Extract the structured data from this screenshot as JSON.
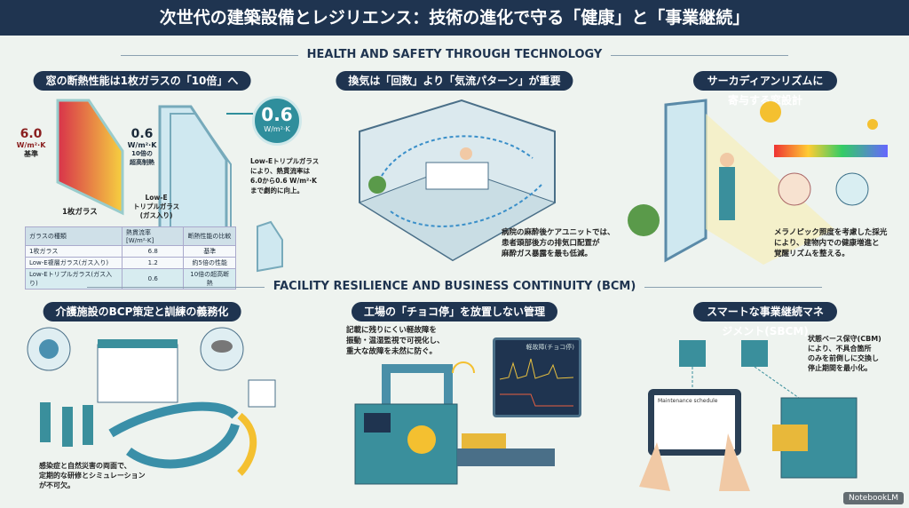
{
  "title": "次世代の建築設備とレジリエンス：技術の進化で守る「健康」と「事業継続」",
  "section1": "HEALTH AND SAFETY THROUGH TECHNOLOGY",
  "section2": "FACILITY RESILIENCE AND BUSINESS CONTINUITY (BCM)",
  "panel1": {
    "title": "窓の断熱性能は1枚ガラスの「10倍」へ",
    "single": {
      "value": "6.0",
      "unit": "W/m²·K",
      "note": "基準",
      "label": "1枚ガラス"
    },
    "triple": {
      "value": "0.6",
      "unit": "W/m²·K",
      "note": "10倍の\n超高制熱",
      "label": "Low-E\nトリプルガラス\n(ガス入り)"
    },
    "badge": {
      "value": "0.6",
      "unit": "W/m²·K"
    },
    "desc": "Low-Eトリプルガラス\nにより、熱貫流率は\n6.0から0.6 W/m²·K\nまで劇的に向上。",
    "table": {
      "headers": [
        "ガラスの種類",
        "熱貫流率 [W/m²·K]",
        "断熱性能の比較"
      ],
      "rows": [
        [
          "1枚ガラス",
          "6.8",
          "基準"
        ],
        [
          "Low-E複層ガラス(ガス入り)",
          "1.2",
          "約5倍の性能"
        ],
        [
          "Low-Eトリプルガラス(ガス入り)",
          "0.6",
          "10倍の超高断熱"
        ]
      ]
    }
  },
  "panel2": {
    "title": "換気は「回数」より「気流パターン」が重要",
    "desc": "病院の麻酔後ケアユニットでは、\n患者頭部後方の排気口配置が\n麻酔ガス暴露を最も低減。"
  },
  "panel3": {
    "title": "サーカディアンリズムに寄与する窓設計",
    "desc": "メラノピック照度を考慮した採光\nにより、建物内での健康増進と\n覚醒リズムを整える。"
  },
  "panel4": {
    "title": "介護施設のBCP策定と訓練の義務化",
    "desc": "感染症と自然災害の両面で、\n定期的な研修とシミュレーション\nが不可欠。"
  },
  "panel5": {
    "title": "工場の「チョコ停」を放置しない管理",
    "desc": "記載に残りにくい軽故障を\n振動・温湿監視で可視化し、\n重大な故障を未然に防ぐ。",
    "monitor": "軽故障(チョコ停)"
  },
  "panel6": {
    "title": "スマートな事業継続マネジメント(SBCM)",
    "desc": "状態ベース保守(CBM)\nにより、不具合箇所\nのみを前倒しに交換し\n停止期間を最小化。",
    "tablet": "Maintenance schedule"
  },
  "logo": "NotebookLM",
  "colors": {
    "navy": "#1f3450",
    "teal": "#2f8e9c",
    "bg": "#eef3ef"
  }
}
